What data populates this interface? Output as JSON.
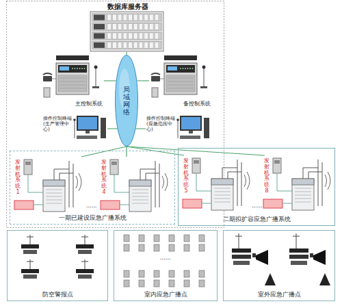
{
  "diagram": {
    "nodes": [
      {
        "text": [
          "数据库服务器"
        ]
      },
      {
        "text": [
          "主控制系统"
        ]
      },
      {
        "text": [
          "备控制系统"
        ]
      },
      {
        "text": [
          "局域网络"
        ]
      },
      {
        "text": [
          "操作控制终端(生产管理中心)"
        ]
      },
      {
        "text": [
          "操作控制终端(应急指挥中心)"
        ]
      },
      {
        "text": [
          "一期已建设应急广播系统"
        ]
      },
      {
        "text": [
          "发射机系统1"
        ],
        "in": 6
      },
      {
        "text": [
          "发射机系统4"
        ],
        "in": 6
      },
      {
        "text": [
          "二期拟扩容应急广播系统"
        ]
      },
      {
        "text": [
          "发射机系统5"
        ],
        "in": 9
      },
      {
        "text": [
          "发射机系统8"
        ],
        "in": 9
      },
      {
        "text": [
          "防空警报点"
        ]
      },
      {
        "text": [
          "室内应急广播点"
        ]
      },
      {
        "text": [
          "室外应急广播点"
        ]
      }
    ],
    "edges": [
      {
        "from": 3,
        "to": 0,
        "arrow": "none"
      },
      {
        "from": 3,
        "to": 1,
        "arrow": "none"
      },
      {
        "from": 3,
        "to": 2,
        "arrow": "none"
      },
      {
        "from": 3,
        "to": 4,
        "arrow": "none"
      },
      {
        "from": 3,
        "to": 5,
        "arrow": "none"
      },
      {
        "from": 3,
        "to": 7,
        "arrow": "none"
      },
      {
        "from": 3,
        "to": 8,
        "arrow": "none"
      },
      {
        "from": 3,
        "to": 10,
        "arrow": "none"
      },
      {
        "from": 3,
        "to": 11,
        "arrow": "none"
      }
    ],
    "labels": [
      "......",
      "......",
      "......"
    ]
  }
}
